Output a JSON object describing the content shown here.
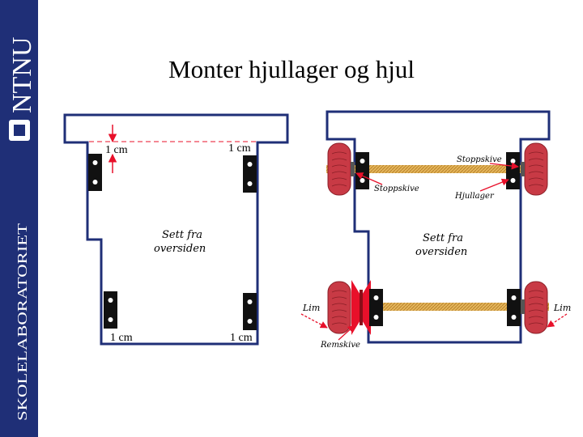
{
  "sidebar": {
    "brand": "NTNU",
    "lab": "SKOLELABORATORIET"
  },
  "slide": {
    "title": "Monter hjullager og hjul"
  },
  "left_diagram": {
    "top_left_measure": "1 cm",
    "top_right_measure": "1 cm",
    "bottom_left_measure": "1 cm",
    "bottom_right_measure": "1 cm",
    "view_line1": "Sett fra",
    "view_line2": "oversiden"
  },
  "right_diagram": {
    "label_stoppskive_top": "Stoppskive",
    "label_stoppskive_bottom": "Stoppskive",
    "label_hjullager": "Hjullager",
    "view_line1": "Sett fra",
    "view_line2": "oversiden",
    "label_lim_left": "Lim",
    "label_lim_right": "Lim",
    "label_remskive": "Remskive"
  },
  "colors": {
    "sidebar": "#1f2f77",
    "frame": "#1f2f77",
    "arrow": "#e8102a",
    "wheel": "#c83a45",
    "axle": "#e3b45a"
  }
}
